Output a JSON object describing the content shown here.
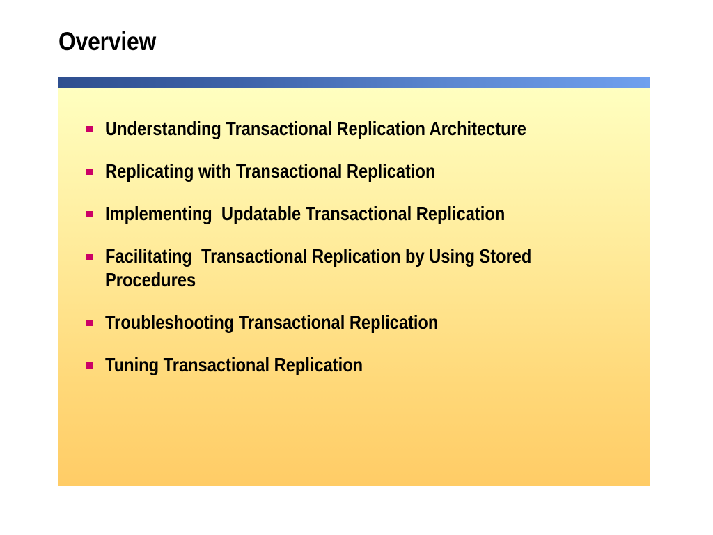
{
  "slide": {
    "title": "Overview",
    "bullets": [
      "Understanding Transactional Replication Architecture",
      "Replicating with Transactional Replication",
      "Implementing  Updatable Transactional Replication",
      "Facilitating  Transactional Replication by Using Stored Procedures",
      "Troubleshooting Transactional Replication",
      "Tuning Transactional Replication"
    ]
  },
  "colors": {
    "bullet_marker": "#cc0066",
    "title_bar_start": "#2f4f8f",
    "title_bar_end": "#6fa0ee",
    "panel_top": "#ffffc0",
    "panel_bottom": "#ffcc66"
  },
  "icons": {
    "bullet": "square-bullet-icon"
  }
}
